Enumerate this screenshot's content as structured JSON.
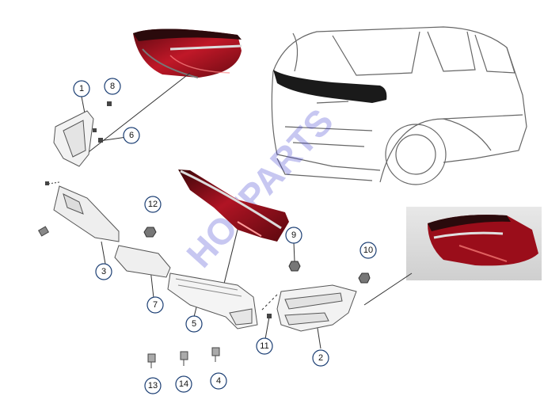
{
  "watermark": {
    "text": "HOTPARTS",
    "color": "#3b3bd0"
  },
  "callouts": [
    {
      "id": "c1",
      "label": "1"
    },
    {
      "id": "c2",
      "label": "2"
    },
    {
      "id": "c3",
      "label": "3"
    },
    {
      "id": "c4",
      "label": "4"
    },
    {
      "id": "c5",
      "label": "5"
    },
    {
      "id": "c6",
      "label": "6"
    },
    {
      "id": "c7",
      "label": "7"
    },
    {
      "id": "c8",
      "label": "8"
    },
    {
      "id": "c9",
      "label": "9"
    },
    {
      "id": "c10",
      "label": "10"
    },
    {
      "id": "c11",
      "label": "11"
    },
    {
      "id": "c12",
      "label": "12"
    },
    {
      "id": "c13",
      "label": "13"
    },
    {
      "id": "c14",
      "label": "14"
    }
  ],
  "colors": {
    "lamp_red": "#a0101e",
    "lamp_dark": "#2a0a0c",
    "line_art": "#555555",
    "callout_ring": "#1c3f74"
  }
}
